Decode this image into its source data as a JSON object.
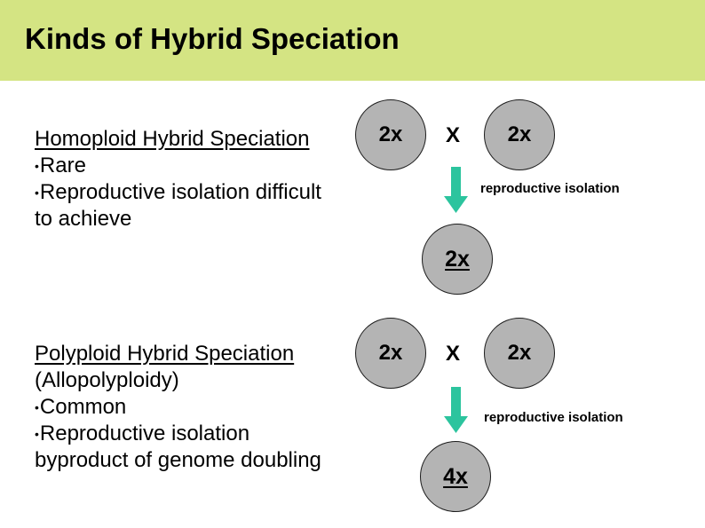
{
  "title": "Kinds of Hybrid Speciation",
  "bullet_glyph": "•",
  "colors": {
    "header_background": "#d4e483",
    "circle_fill": "#b4b4b4",
    "circle_border": "#1c1c1c",
    "arrow": "#2cc49e",
    "text": "#000000",
    "slide_background": "#ffffff"
  },
  "sections": [
    {
      "heading": "Homoploid Hybrid Speciation",
      "bullet1": "Rare",
      "bullet2_line1": "Reproductive isolation difficult",
      "bullet2_line2": "to achieve",
      "diagram": {
        "parent_left_label": "2x",
        "cross_label": "X",
        "parent_right_label": "2x",
        "arrow_label": "reproductive isolation",
        "offspring_label": "2x"
      }
    },
    {
      "heading": "Polyploid Hybrid Speciation",
      "subheading": "(Allopolyploidy)",
      "bullet1": "Common",
      "bullet2_line1": "Reproductive isolation",
      "bullet2_line2": "byproduct of genome doubling",
      "diagram": {
        "parent_left_label": "2x",
        "cross_label": "X",
        "parent_right_label": "2x",
        "arrow_label": "reproductive isolation",
        "offspring_label": "4x"
      }
    }
  ]
}
